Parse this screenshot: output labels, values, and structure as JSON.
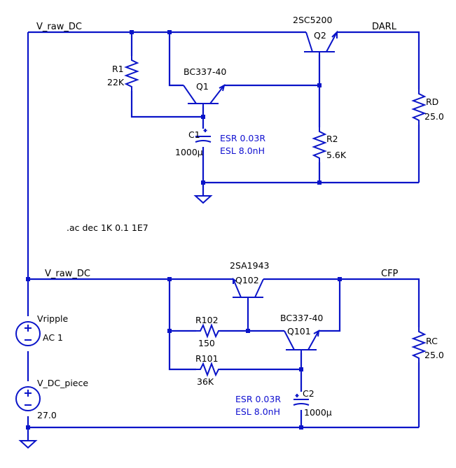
{
  "colors": {
    "wire": "#0a14c8",
    "text": "#000000",
    "spice_text": "#1010d0",
    "background": "#ffffff"
  },
  "directive": ".ac dec 1K 0.1 1E7",
  "top_circuit": {
    "net_input": "V_raw_DC",
    "net_output": "DARL",
    "R1": {
      "name": "R1",
      "value": "22K"
    },
    "Q1": {
      "name": "Q1",
      "model": "BC337-40"
    },
    "Q2": {
      "name": "Q2",
      "model": "2SC5200"
    },
    "C1": {
      "name": "C1",
      "value": "1000µ",
      "esr": "ESR  0.03R",
      "esl": "ESL  8.0nH"
    },
    "R2": {
      "name": "R2",
      "value": "5.6K"
    },
    "RD": {
      "name": "RD",
      "value": "25.0"
    }
  },
  "bottom_circuit": {
    "net_input": "V_raw_DC",
    "net_output": "CFP",
    "Q102": {
      "name": "Q102",
      "model": "2SA1943"
    },
    "Q101": {
      "name": "Q101",
      "model": "BC337-40"
    },
    "R102": {
      "name": "R102",
      "value": "150"
    },
    "R101": {
      "name": "R101",
      "value": "36K"
    },
    "C2": {
      "name": "C2",
      "value": "1000µ",
      "esr": "ESR  0.03R",
      "esl": "ESL  8.0nH"
    },
    "RC": {
      "name": "RC",
      "value": "25.0"
    }
  },
  "sources": {
    "Vripple": {
      "name": "Vripple",
      "value": "AC 1"
    },
    "V_DC_piece": {
      "name": "V_DC_piece",
      "value": "27.0"
    }
  }
}
